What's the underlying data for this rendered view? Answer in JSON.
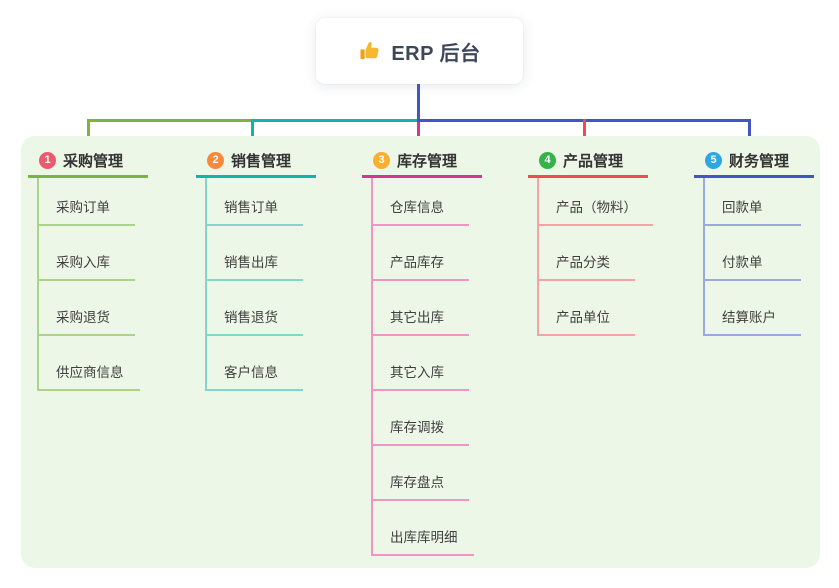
{
  "root": {
    "label": "ERP 后台",
    "icon": "thumbs-up-icon"
  },
  "branches": [
    {
      "badge": "1",
      "title": "采购管理",
      "color": "#7cb342",
      "light_color": "#abd48a",
      "badge_color": "#ec5b6d",
      "children": [
        "采购订单",
        "采购入库",
        "采购退货",
        "供应商信息"
      ]
    },
    {
      "badge": "2",
      "title": "销售管理",
      "color": "#12b5a5",
      "light_color": "#84d6cc",
      "badge_color": "#f6893e",
      "children": [
        "销售订单",
        "销售出库",
        "销售退货",
        "客户信息"
      ]
    },
    {
      "badge": "3",
      "title": "库存管理",
      "color": "#d4378f",
      "light_color": "#f195c4",
      "badge_color": "#f7b030",
      "children": [
        "仓库信息",
        "产品库存",
        "其它出库",
        "其它入库",
        "库存调拨",
        "库存盘点",
        "出库库明细"
      ]
    },
    {
      "badge": "4",
      "title": "产品管理",
      "color": "#f04b51",
      "light_color": "#f7a3a6",
      "badge_color": "#35b24a",
      "children": [
        "产品（物料）",
        "产品分类",
        "产品单位"
      ]
    },
    {
      "badge": "5",
      "title": "财务管理",
      "color": "#4255c4",
      "light_color": "#9aaae0",
      "badge_color": "#2ea7e0",
      "children": [
        "回款单",
        "付款单",
        "结算账户"
      ]
    }
  ],
  "colors": {
    "canvas_background": "#ffffff",
    "panel_background": "#edf7e7",
    "root_text": "#3c4858",
    "branch_title_text": "#333333",
    "child_text": "#3f3f3f",
    "root_connector": "#4255c4",
    "thumb_icon": "#f5b82e"
  }
}
